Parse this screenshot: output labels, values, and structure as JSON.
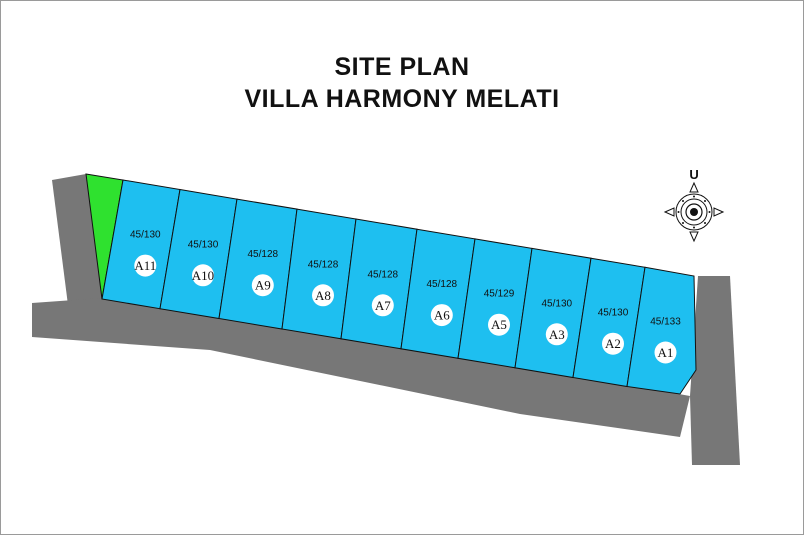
{
  "header": {
    "title_line1": "SITE PLAN",
    "title_line2": "VILLA HARMONY MELATI"
  },
  "compass": {
    "letter": "U",
    "icon": "compass-rose-icon"
  },
  "colors": {
    "lot_fill": "#1ebff0",
    "green_area": "#2fe12f",
    "road": "#777777",
    "outline": "#111111"
  },
  "lots": [
    {
      "id": "A11",
      "size": "45/130"
    },
    {
      "id": "A10",
      "size": "45/130"
    },
    {
      "id": "A9",
      "size": "45/128"
    },
    {
      "id": "A8",
      "size": "45/128"
    },
    {
      "id": "A7",
      "size": "45/128"
    },
    {
      "id": "A6",
      "size": "45/128"
    },
    {
      "id": "A5",
      "size": "45/129"
    },
    {
      "id": "A3",
      "size": "45/130"
    },
    {
      "id": "A2",
      "size": "45/130"
    },
    {
      "id": "A1",
      "size": "45/133"
    }
  ]
}
